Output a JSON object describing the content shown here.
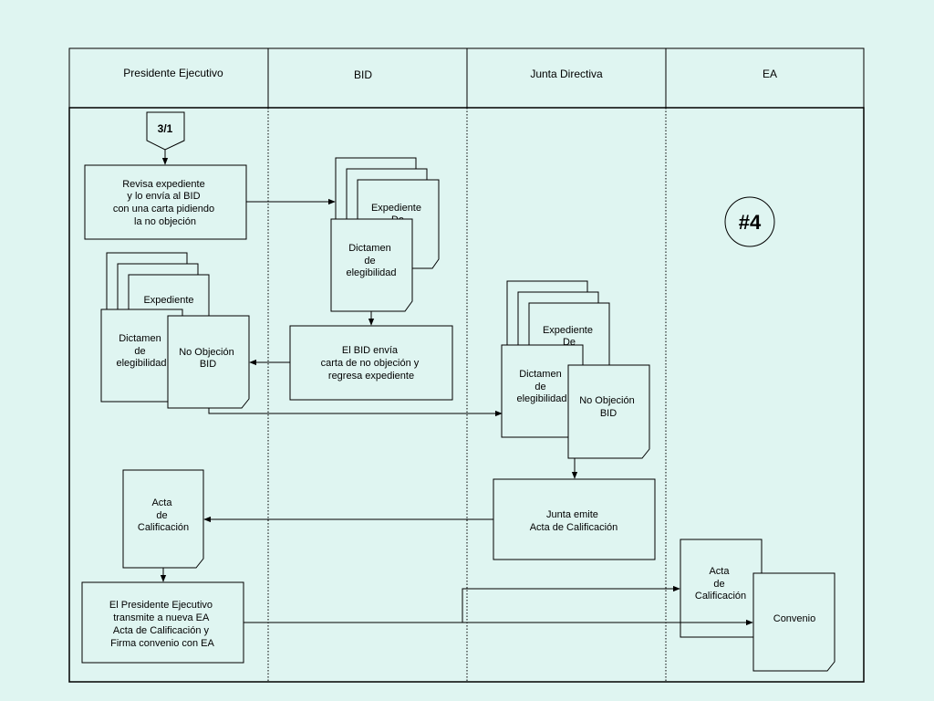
{
  "lanes": [
    {
      "id": "pe",
      "label": "Presidente Ejecutivo"
    },
    {
      "id": "bid",
      "label": "BID"
    },
    {
      "id": "jd",
      "label": "Junta Directiva"
    },
    {
      "id": "ea",
      "label": "EA"
    }
  ],
  "connector_label": "3/1",
  "page_marker": "#4",
  "processes": {
    "revisa": [
      "Revisa expediente",
      "y lo envía al BID",
      "con una carta pidiendo",
      "la no objeción"
    ],
    "bid_envia": [
      "El BID envía",
      "carta de no objeción y",
      "regresa expediente"
    ],
    "junta_emite": [
      "Junta emite",
      "Acta de Calificación"
    ],
    "presidente_transmite": [
      "El Presidente Ejecutivo",
      "transmite  a nueva EA",
      "Acta de Calificación y",
      "Firma convenio con EA"
    ]
  },
  "documents": {
    "expediente_de": [
      "Expediente",
      "De"
    ],
    "expediente": [
      "Expediente"
    ],
    "dictamen": [
      "Dictamen",
      "de",
      "elegibilidad"
    ],
    "no_objecion": [
      "No Objeción",
      "BID"
    ],
    "acta": [
      "Acta",
      "de",
      "Calificación"
    ],
    "convenio": [
      "Convenio"
    ]
  },
  "colors": {
    "background": "#dff5f1",
    "stroke": "#000000"
  }
}
